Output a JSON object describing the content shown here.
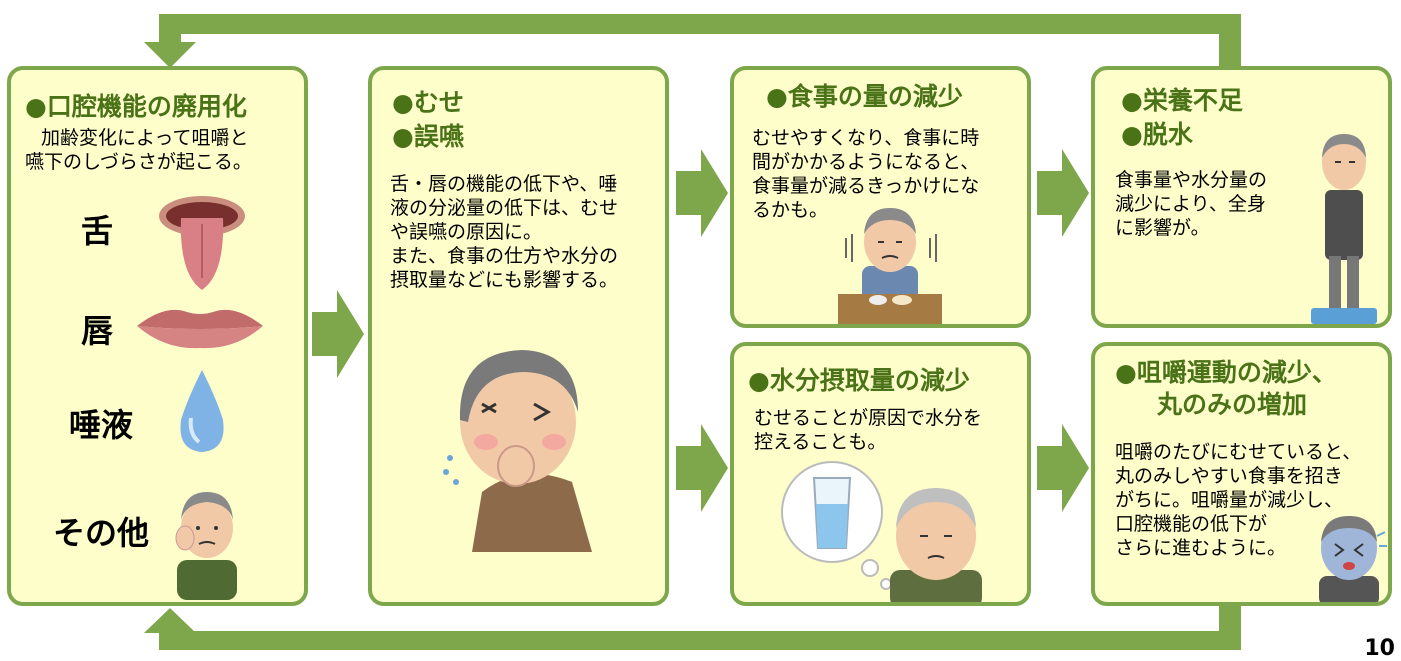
{
  "box1": {
    "title": "●口腔機能の廃用化",
    "desc_line1": "加齢変化によって咀嚼と",
    "desc_line2": "嚥下のしづらさが起こる。",
    "items": [
      "舌",
      "唇",
      "唾液",
      "その他"
    ]
  },
  "box2": {
    "title_line1": "●むせ",
    "title_line2": "●誤嚥",
    "body_lines": [
      "舌・唇の機能の低下や、唾",
      "液の分泌量の低下は、むせ",
      "や誤嚥の原因に。",
      "また、食事の仕方や水分の",
      "摂取量などにも影響する。"
    ]
  },
  "box3": {
    "title": "●食事の量の減少",
    "body_lines": [
      "むせやすくなり、食事に時",
      "間がかかるようになると、",
      "食事量が減るきっかけにな",
      "るかも。"
    ]
  },
  "box4": {
    "title_line1": "●水分摂取量の減少",
    "body_lines": [
      "むせることが原因で水分を",
      "控えることも。"
    ]
  },
  "box5": {
    "title_line1": "●栄養不足",
    "title_line2": "●脱水",
    "body_lines": [
      "食事量や水分量の",
      "減少により、全身",
      "に影響が。"
    ]
  },
  "box6": {
    "title_line1": "●咀嚼運動の減少、",
    "title_line2": "丸のみの増加",
    "body_lines": [
      "咀嚼のたびにむせていると、",
      "丸のみしやすい食事を招き",
      "がちに。咀嚼量が減少し、",
      "口腔機能の低下が",
      "さらに進むように。"
    ]
  },
  "page_number": "10",
  "colors": {
    "accent": "#7ea64a",
    "box_fill": "#fefecb",
    "title": "#4a7318"
  }
}
